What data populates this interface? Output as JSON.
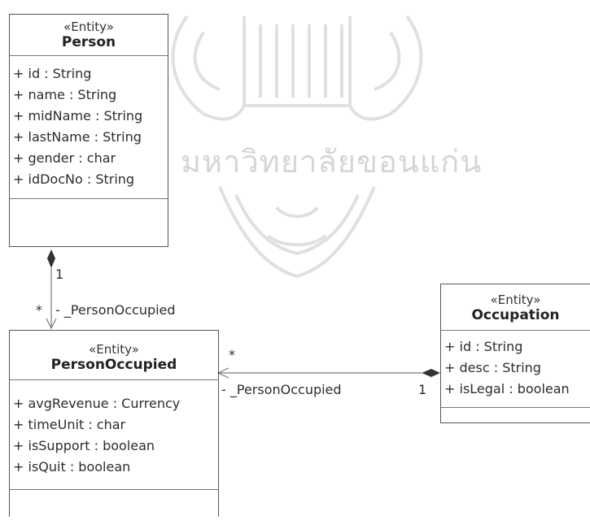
{
  "watermark": {
    "text": "มหาวิทยาลัยขอนแก่น"
  },
  "classes": {
    "person": {
      "stereotype": "«Entity»",
      "name": "Person",
      "attributes": [
        "+ id : String",
        "+ name : String",
        "+ midName : String",
        "+ lastName : String",
        "+ gender : char",
        "+ idDocNo : String"
      ]
    },
    "person_occupied": {
      "stereotype": "«Entity»",
      "name": "PersonOccupied",
      "attributes": [
        "+ avgRevenue : Currency",
        "+ timeUnit : char",
        "+ isSupport : boolean",
        "+ isQuit : boolean"
      ]
    },
    "occupation": {
      "stereotype": "«Entity»",
      "name": "Occupation",
      "attributes": [
        "+ id : String",
        "+ desc : String",
        "+ isLegal : boolean"
      ]
    }
  },
  "associations": {
    "person_to_occupied": {
      "source_multiplicity": "1",
      "target_multiplicity": "*",
      "role": "- _PersonOccupied"
    },
    "occupation_to_occupied": {
      "source_multiplicity": "1",
      "target_multiplicity": "*",
      "role": "- _PersonOccupied"
    }
  }
}
